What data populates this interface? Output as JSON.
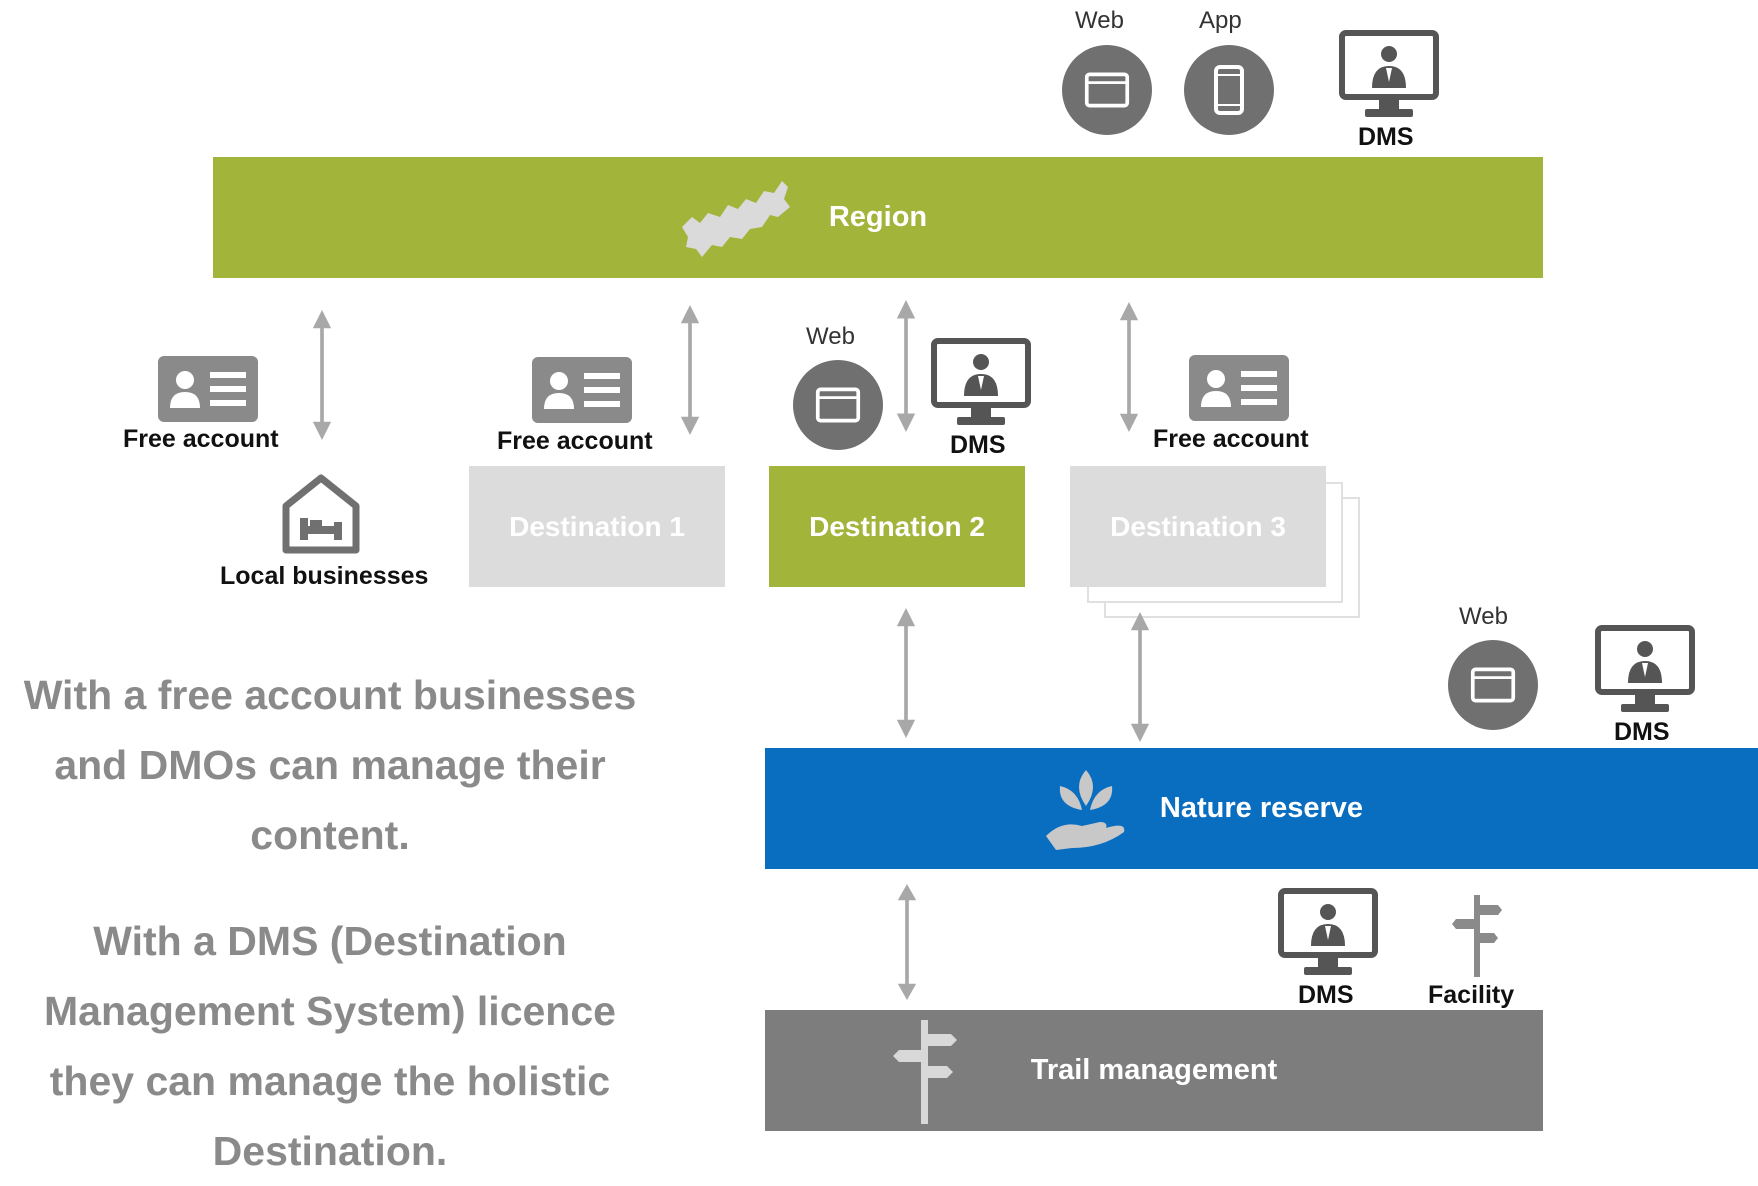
{
  "top_channels": {
    "web_label": "Web",
    "app_label": "App",
    "dms_label": "DMS"
  },
  "region": {
    "label": "Region"
  },
  "left_account": {
    "label": "Free account"
  },
  "local_businesses": {
    "label": "Local businesses"
  },
  "destination_1": {
    "label": "Destination 1",
    "account_label": "Free account"
  },
  "destination_2": {
    "label": "Destination 2",
    "web_label": "Web",
    "dms_label": "DMS"
  },
  "destination_3": {
    "label": "Destination 3",
    "account_label": "Free account"
  },
  "nature_channels": {
    "web_label": "Web",
    "dms_label": "DMS"
  },
  "nature_reserve": {
    "label": "Nature reserve"
  },
  "trail_channels": {
    "dms_label": "DMS",
    "facility_label": "Facility"
  },
  "trail_management": {
    "label": "Trail management"
  },
  "description": {
    "paragraph_1": [
      "With a free account businesses",
      "and DMOs can manage their",
      "content."
    ],
    "paragraph_2": [
      "With a DMS (Destination",
      "Management System) licence",
      "they can manage the holistic",
      "Destination."
    ]
  },
  "colors": {
    "green": "#a2b43a",
    "blue": "#0a6ec0",
    "gray_bar": "#7d7d7d",
    "inactive": "#dcdcdc",
    "icon_gray": "#707070",
    "text_gray": "#8a8a8a"
  },
  "icons": [
    "web-icon",
    "mobile-app-icon",
    "dms-monitor-icon",
    "map-icon",
    "id-card-icon",
    "house-bed-icon",
    "leaf-hand-icon",
    "signpost-icon"
  ]
}
